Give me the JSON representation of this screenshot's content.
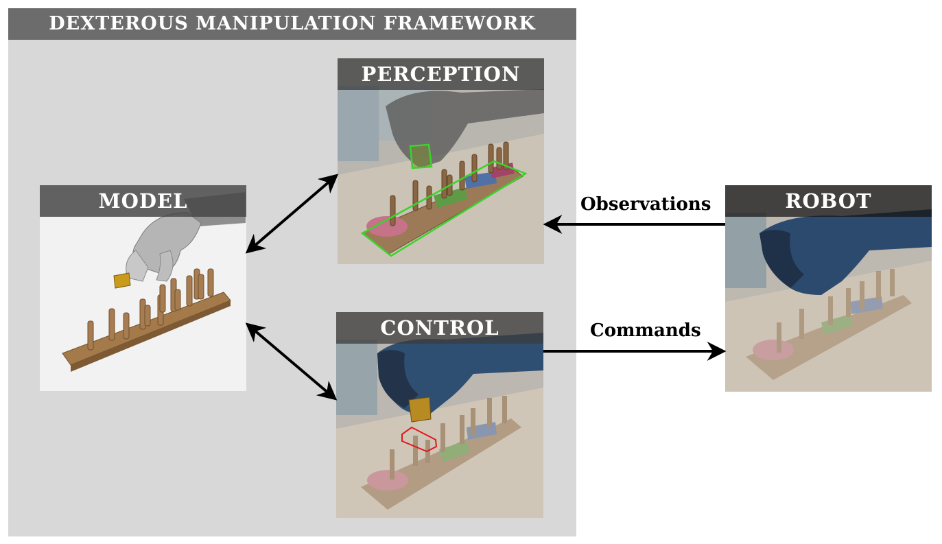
{
  "framework": {
    "title": "DEXTEROUS MANIPULATION FRAMEWORK"
  },
  "panels": {
    "model": {
      "title": "MODEL"
    },
    "perception": {
      "title": "PERCEPTION"
    },
    "control": {
      "title": "CONTROL"
    },
    "robot": {
      "title": "ROBOT"
    }
  },
  "edges": {
    "observations": "Observations",
    "commands": "Commands"
  },
  "colors": {
    "framework_bg": "#d8d8d8",
    "title_bar": "#6c6c6c",
    "detection_box": "#39d42c",
    "target_outline": "#e01818",
    "arrow": "#000000"
  }
}
